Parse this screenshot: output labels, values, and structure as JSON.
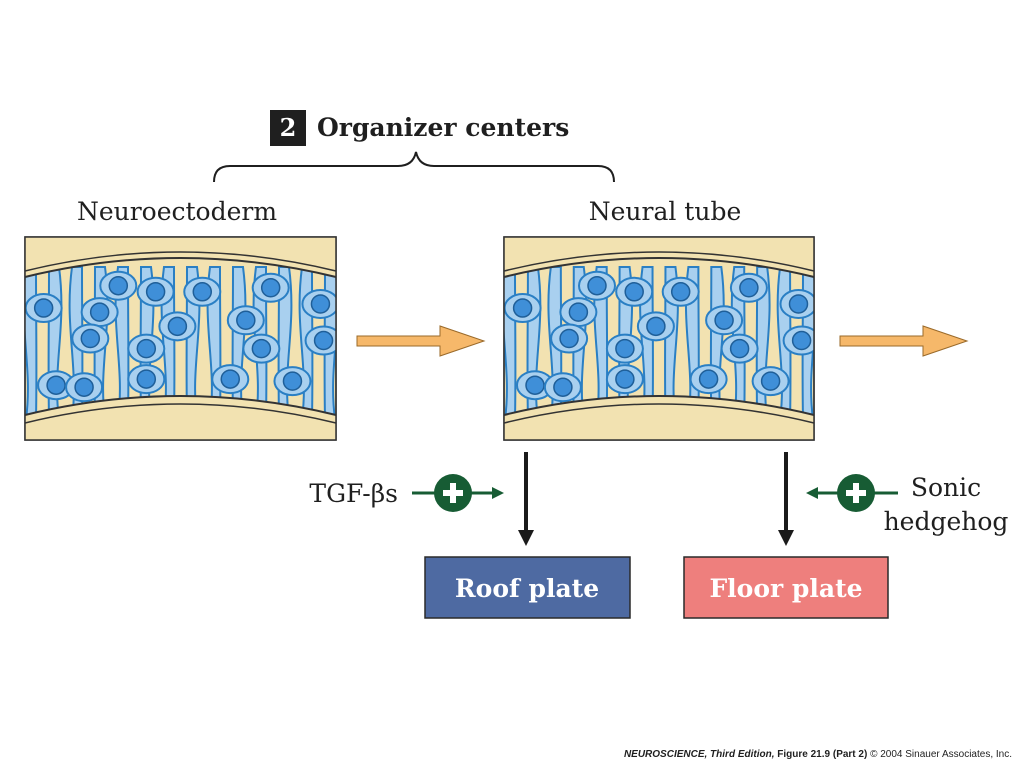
{
  "step": {
    "number": "2",
    "title": "Organizer centers"
  },
  "panels": {
    "left_label": "Neuroectoderm",
    "right_label": "Neural tube"
  },
  "signals": {
    "left": "TGF-βs",
    "right_line1": "Sonic",
    "right_line2": "hedgehog"
  },
  "outcomes": {
    "roof": "Roof plate",
    "floor": "Floor plate"
  },
  "colors": {
    "tissue_bg": "#f2e2b1",
    "cell_fill": "#a9d0ef",
    "cell_edge": "#2a7fc4",
    "nucleus": "#3f8fd8",
    "arrow_orange": "#f6b86a",
    "green": "#175c34",
    "roof": "#4e6aa2",
    "floor": "#ee7f7d"
  },
  "credit": {
    "italic": "NEUROSCIENCE, Third Edition,",
    "figure": " Figure 21.9 (Part 2)",
    "rest": "  © 2004 Sinauer Associates, Inc."
  }
}
